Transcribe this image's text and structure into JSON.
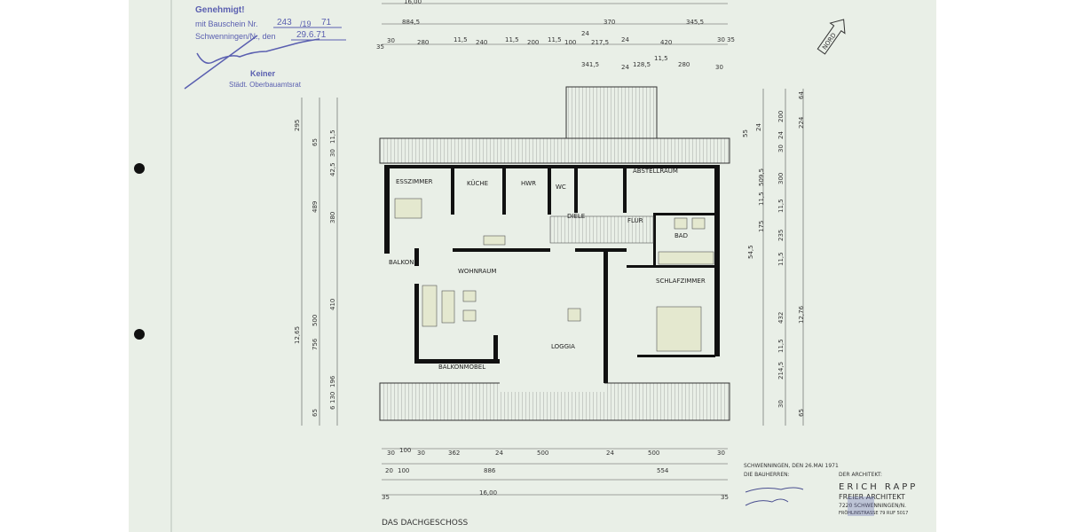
{
  "stamp": {
    "title": "Genehmigt!",
    "permit_line": "mit Bauschein Nr.",
    "permit_number": "243",
    "permit_year_prefix": "/19",
    "permit_year": "71",
    "place_date_line": "Schwenningen/N., den",
    "approval_date": "29.6.71",
    "official_name": "Keiner",
    "official_title": "Städt. Oberbauamtsrat",
    "color": "#5a5fb0"
  },
  "north_label": "NORD",
  "rooms": [
    "ESSZIMMER",
    "KÜCHE",
    "HWR",
    "WC",
    "ABSTELLRAUM",
    "DIELE",
    "FLUR",
    "BAD",
    "BALKON",
    "WOHNRAUM",
    "SCHLAFZIMMER",
    "LOGGIA",
    "BALKONMÖBEL"
  ],
  "dims_top": [
    "16,00",
    "884,5",
    "370",
    "345,5",
    "30",
    "280",
    "11,5",
    "240",
    "11,5",
    "200",
    "11,5",
    "100",
    "24",
    "217,5",
    "24",
    "420",
    "30",
    "35",
    "35",
    "341,5",
    "24",
    "128,5",
    "11,5",
    "280",
    "30"
  ],
  "dims_bottom": [
    "30",
    "100",
    "30",
    "362",
    "24",
    "500",
    "24",
    "500",
    "30",
    "20",
    "100",
    "886",
    "554",
    "35",
    "16,00",
    "35"
  ],
  "dims_left": [
    "295",
    "65",
    "11,5",
    "30",
    "42,5",
    "489",
    "380",
    "12,65",
    "756",
    "410",
    "500",
    "196",
    "130",
    "6",
    "65"
  ],
  "dims_right": [
    "55",
    "24",
    "24",
    "64",
    "200",
    "224",
    "30",
    "509,5",
    "300",
    "11,5",
    "11,5",
    "175",
    "235",
    "54,5",
    "11,5",
    "432",
    "12,76",
    "11,5",
    "214,5",
    "30",
    "65"
  ],
  "footer": {
    "drawing_title": "DAS DACHGESCHOSS",
    "place_date": "SCHWENNINGEN, DEN  26.MAI 1971",
    "owners_label": "DIE BAUHERREN:",
    "architect_label": "DER ARCHITEKT:",
    "architect_name": "ERICH RAPP",
    "architect_title": "FREIER ARCHITEKT",
    "architect_city": "7220 SCHWENNINGEN/N.",
    "architect_address": "FRÖHLINSTRASSE 79  RUF 5017"
  }
}
